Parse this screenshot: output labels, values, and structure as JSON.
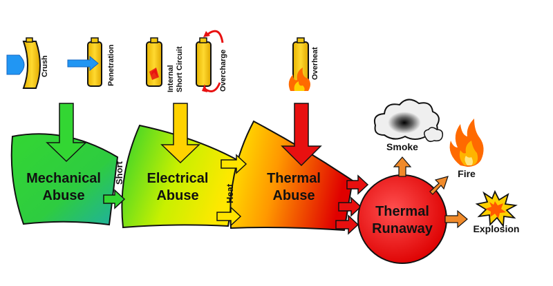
{
  "causes": {
    "crush": "Crush",
    "penetration": "Penetration",
    "internal_short": [
      "Internal",
      "Short Circuit"
    ],
    "overcharge": "Overcharge",
    "overheat": "Overheat"
  },
  "stages": {
    "mechanical": [
      "Mechanical",
      "Abuse"
    ],
    "electrical": [
      "Electrical",
      "Abuse"
    ],
    "thermal": [
      "Thermal",
      "Abuse"
    ],
    "runaway": [
      "Thermal",
      "Runaway"
    ]
  },
  "links": {
    "short": "Short",
    "heat": "Heat"
  },
  "outcomes": {
    "smoke": "Smoke",
    "fire": "Fire",
    "explosion": "Explosion"
  },
  "colors": {
    "green": "#22cc22",
    "yellow": "#ffe400",
    "red": "#e81010",
    "orange": "#f08a2a",
    "cell": "#f3c810"
  }
}
